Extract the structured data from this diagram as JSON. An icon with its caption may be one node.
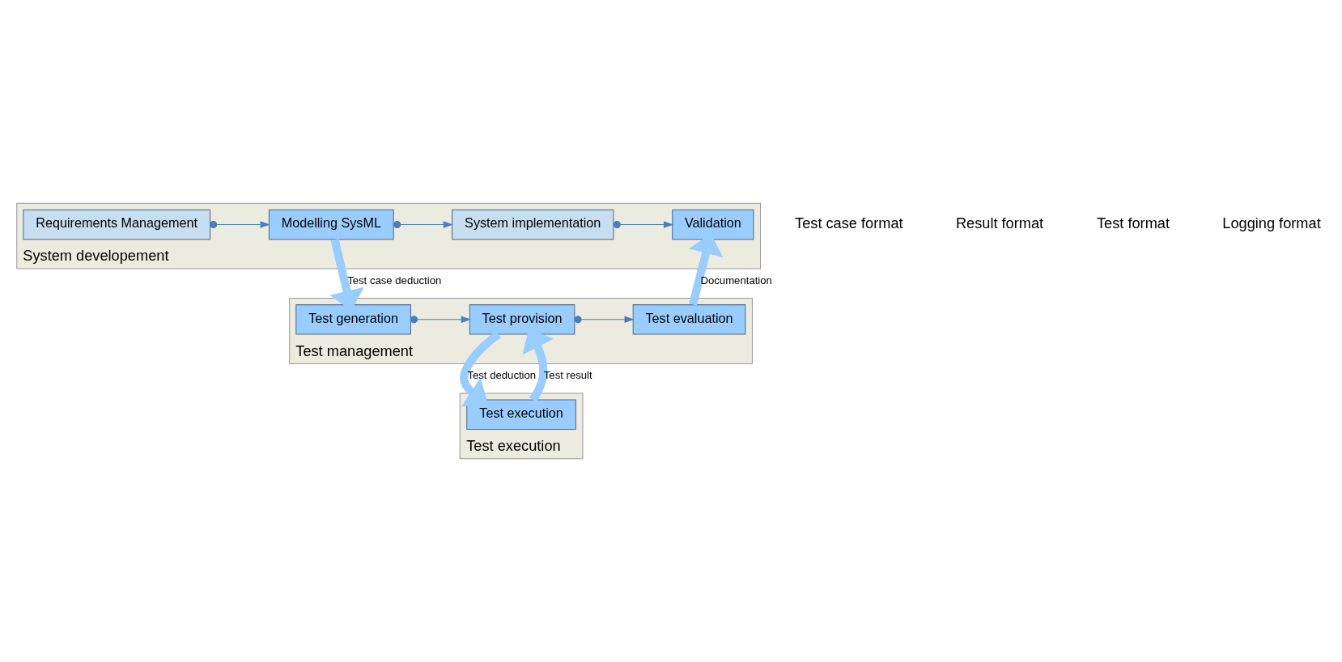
{
  "diagram": {
    "nodes": [
      {
        "text": [
          "System developement"
        ]
      },
      {
        "text": [
          "Requirements Management"
        ],
        "in": 0
      },
      {
        "text": [
          "Modelling SysML"
        ],
        "in": 0
      },
      {
        "text": [
          "System implementation"
        ],
        "in": 0
      },
      {
        "text": [
          "Validation"
        ],
        "in": 0
      },
      {
        "text": [
          "Test management"
        ]
      },
      {
        "text": [
          "Test generation"
        ],
        "in": 5
      },
      {
        "text": [
          "Test provision"
        ],
        "in": 5
      },
      {
        "text": [
          "Test evaluation"
        ],
        "in": 5
      },
      {
        "text": [
          "Test execution"
        ]
      },
      {
        "text": [
          "Test execution"
        ],
        "in": 9
      }
    ],
    "edges": [
      {
        "from": 1,
        "to": 2,
        "arrow": "to"
      },
      {
        "from": 2,
        "to": 3,
        "arrow": "to"
      },
      {
        "from": 3,
        "to": 4,
        "arrow": "to"
      },
      {
        "from": 2,
        "to": 6,
        "arrow": "to",
        "label": "Test case deduction",
        "style": "thick"
      },
      {
        "from": 6,
        "to": 7,
        "arrow": "to"
      },
      {
        "from": 7,
        "to": 8,
        "arrow": "to"
      },
      {
        "from": 8,
        "to": 4,
        "arrow": "to",
        "label": "Documentation",
        "style": "thick"
      },
      {
        "from": 7,
        "to": 10,
        "arrow": "to",
        "label": "Test deduction",
        "style": "thick"
      },
      {
        "from": 10,
        "to": 7,
        "arrow": "to",
        "label": "Test result",
        "style": "thick"
      }
    ],
    "labels": [
      "Test case format",
      "Result format",
      "Test format",
      "Logging format"
    ]
  }
}
